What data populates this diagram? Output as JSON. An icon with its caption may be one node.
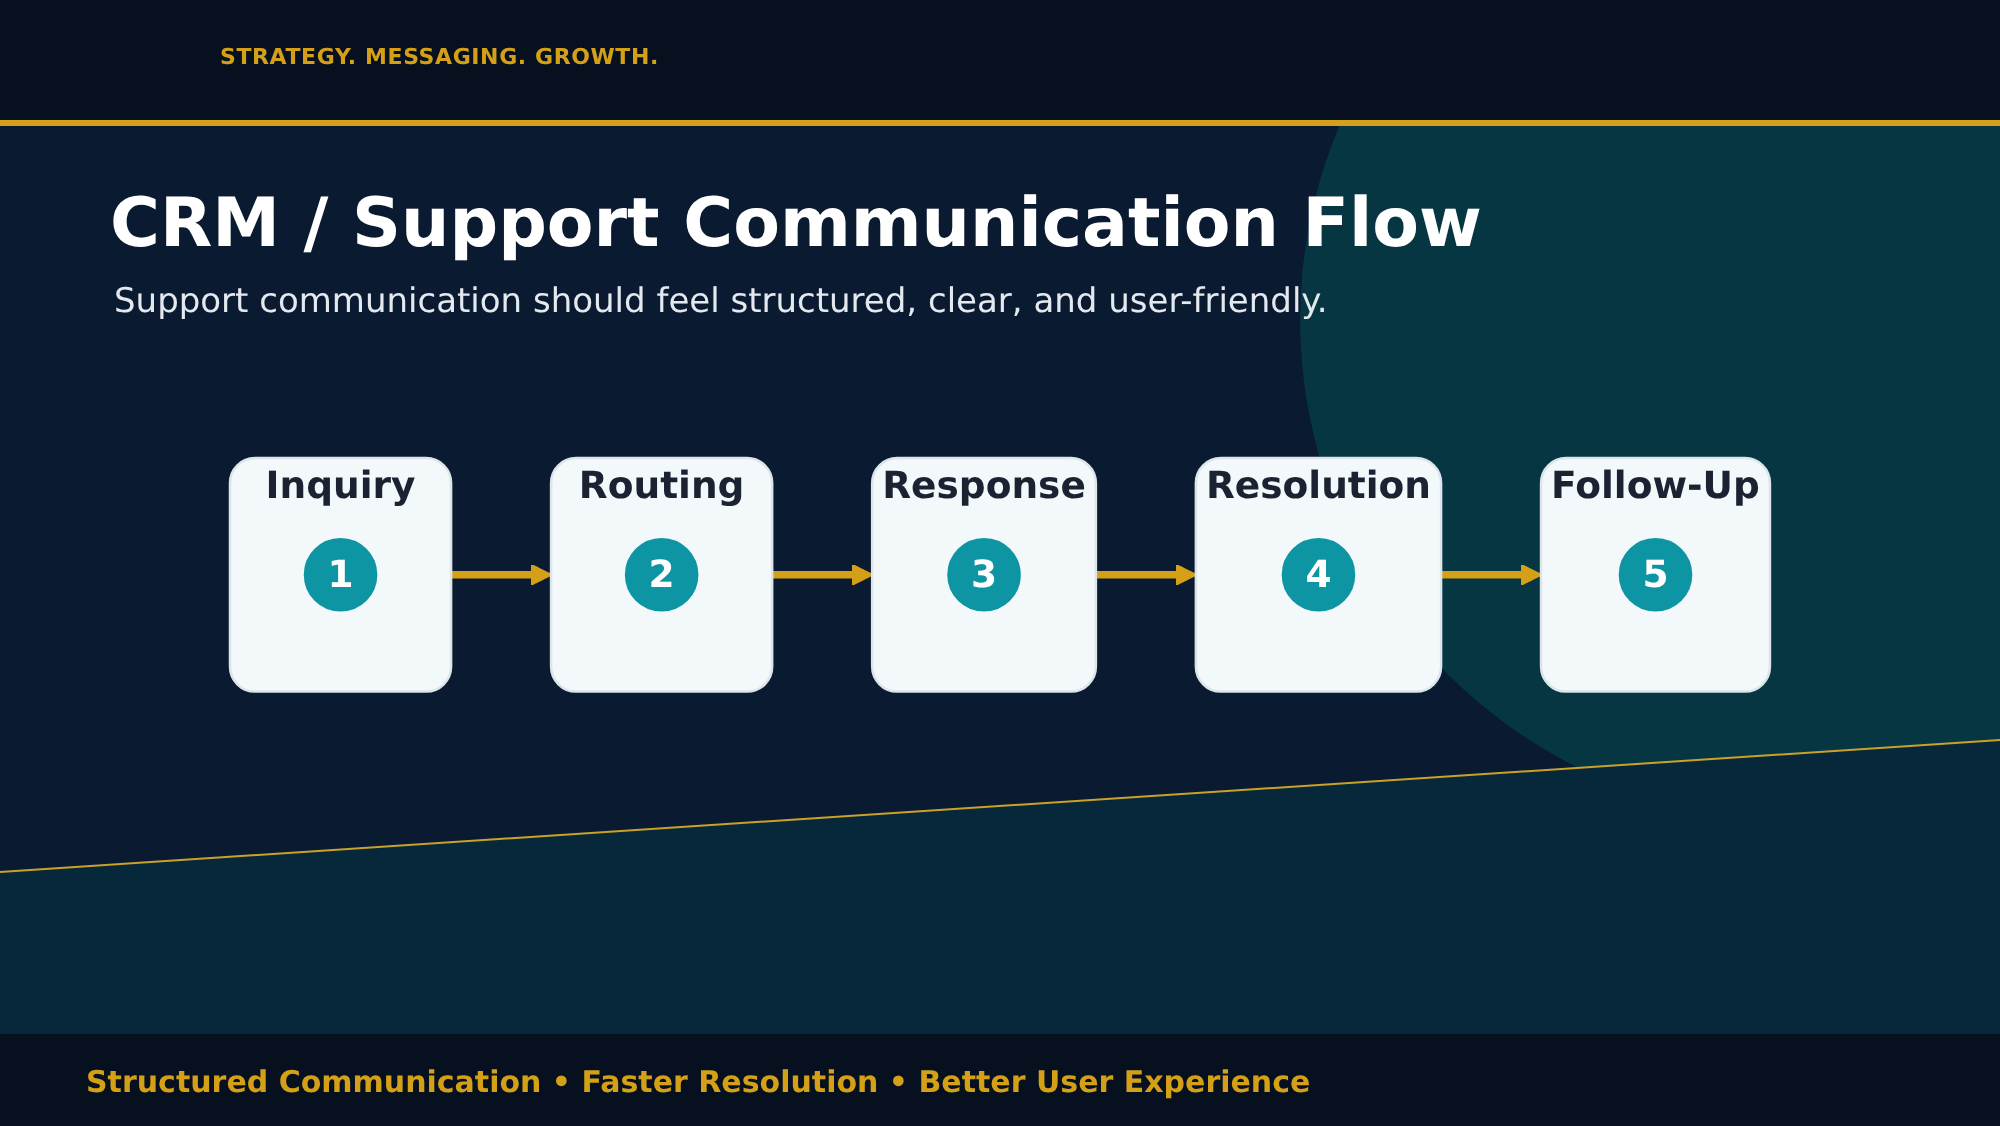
{
  "diagram": {
    "title": "CRM / Support Communication Flow",
    "caption": "Structured Communication • Faster Resolution • Better User Experience",
    "nodes": [
      {
        "text": [
          "Inquiry"
        ]
      },
      {
        "text": [
          "1"
        ],
        "in": 0
      },
      {
        "text": [
          "Routing"
        ]
      },
      {
        "text": [
          "2"
        ],
        "in": 2
      },
      {
        "text": [
          "Response"
        ]
      },
      {
        "text": [
          "3"
        ],
        "in": 4
      },
      {
        "text": [
          "Resolution"
        ]
      },
      {
        "text": [
          "4"
        ],
        "in": 6
      },
      {
        "text": [
          "Follow-Up"
        ]
      },
      {
        "text": [
          "5"
        ],
        "in": 8
      }
    ],
    "edges": [
      {
        "from": 0,
        "to": 2,
        "arrow": "to"
      },
      {
        "from": 2,
        "to": 4,
        "arrow": "to"
      },
      {
        "from": 4,
        "to": 6,
        "arrow": "to"
      },
      {
        "from": 6,
        "to": 8,
        "arrow": "to"
      }
    ],
    "labels": [
      "STRATEGY. MESSAGING. GROWTH.",
      "Support communication should feel structured, clear, and user-friendly."
    ]
  }
}
